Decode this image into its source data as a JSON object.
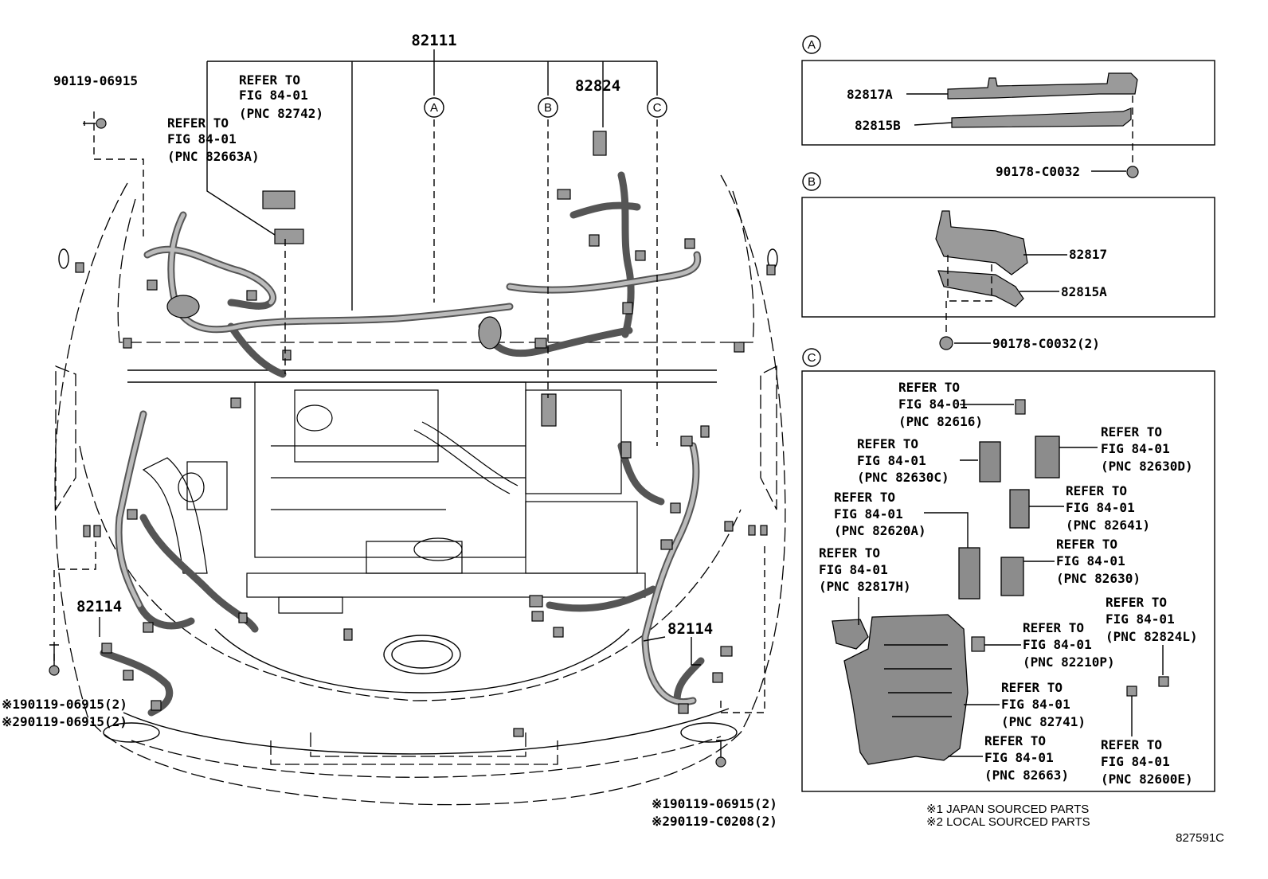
{
  "diagram": {
    "main_harness_pnc": "82111",
    "callout_a": "A",
    "callout_b": "B",
    "callout_c": "C",
    "top_part_82824": "82824",
    "bolt_top_left": "90119-06915",
    "refer_82742": [
      "REFER TO",
      "FIG 84-01",
      "(PNC 82742)"
    ],
    "refer_82663A": [
      "REFER TO",
      "FIG 84-01",
      "(PNC 82663A)"
    ],
    "left_harness": "82114",
    "right_harness": "82114",
    "left_bolt_notes": [
      "※190119-06915(2)",
      "※290119-06915(2)"
    ],
    "right_bolt_notes": [
      "※190119-06915(2)",
      "※290119-C0208(2)"
    ]
  },
  "panel_a": {
    "callout": "A",
    "parts": [
      "82817A",
      "82815B"
    ],
    "clip": "90178-C0032"
  },
  "panel_b": {
    "callout": "B",
    "parts": [
      "82817",
      "82815A"
    ],
    "clip": "90178-C0032(2)"
  },
  "panel_c": {
    "callout": "C",
    "refs": [
      {
        "lines": [
          "REFER TO",
          "FIG 84-01",
          "(PNC 82616)"
        ]
      },
      {
        "lines": [
          "REFER TO",
          "FIG 84-01",
          "(PNC 82630C)"
        ]
      },
      {
        "lines": [
          "REFER TO",
          "FIG 84-01",
          "(PNC 82630D)"
        ]
      },
      {
        "lines": [
          "REFER TO",
          "FIG 84-01",
          "(PNC 82620A)"
        ]
      },
      {
        "lines": [
          "REFER TO",
          "FIG 84-01",
          "(PNC 82641)"
        ]
      },
      {
        "lines": [
          "REFER TO",
          "FIG 84-01",
          "(PNC 82817H)"
        ]
      },
      {
        "lines": [
          "REFER TO",
          "FIG 84-01",
          "(PNC 82630)"
        ]
      },
      {
        "lines": [
          "REFER TO",
          "FIG 84-01",
          "(PNC 82824L)"
        ]
      },
      {
        "lines": [
          "REFER TO",
          "FIG 84-01",
          "(PNC 82210P)"
        ]
      },
      {
        "lines": [
          "REFER TO",
          "FIG 84-01",
          "(PNC 82741)"
        ]
      },
      {
        "lines": [
          "REFER TO",
          "FIG 84-01",
          "(PNC 82663)"
        ]
      },
      {
        "lines": [
          "REFER TO",
          "FIG 84-01",
          "(PNC 82600E)"
        ]
      }
    ]
  },
  "legend": [
    "※1 JAPAN SOURCED PARTS",
    "※2 LOCAL SOURCED PARTS"
  ],
  "figure_code": "827591C",
  "colors": {
    "line": "#000000",
    "harness": "#555555",
    "part_fill": "#9a9a9a",
    "background": "#ffffff"
  }
}
